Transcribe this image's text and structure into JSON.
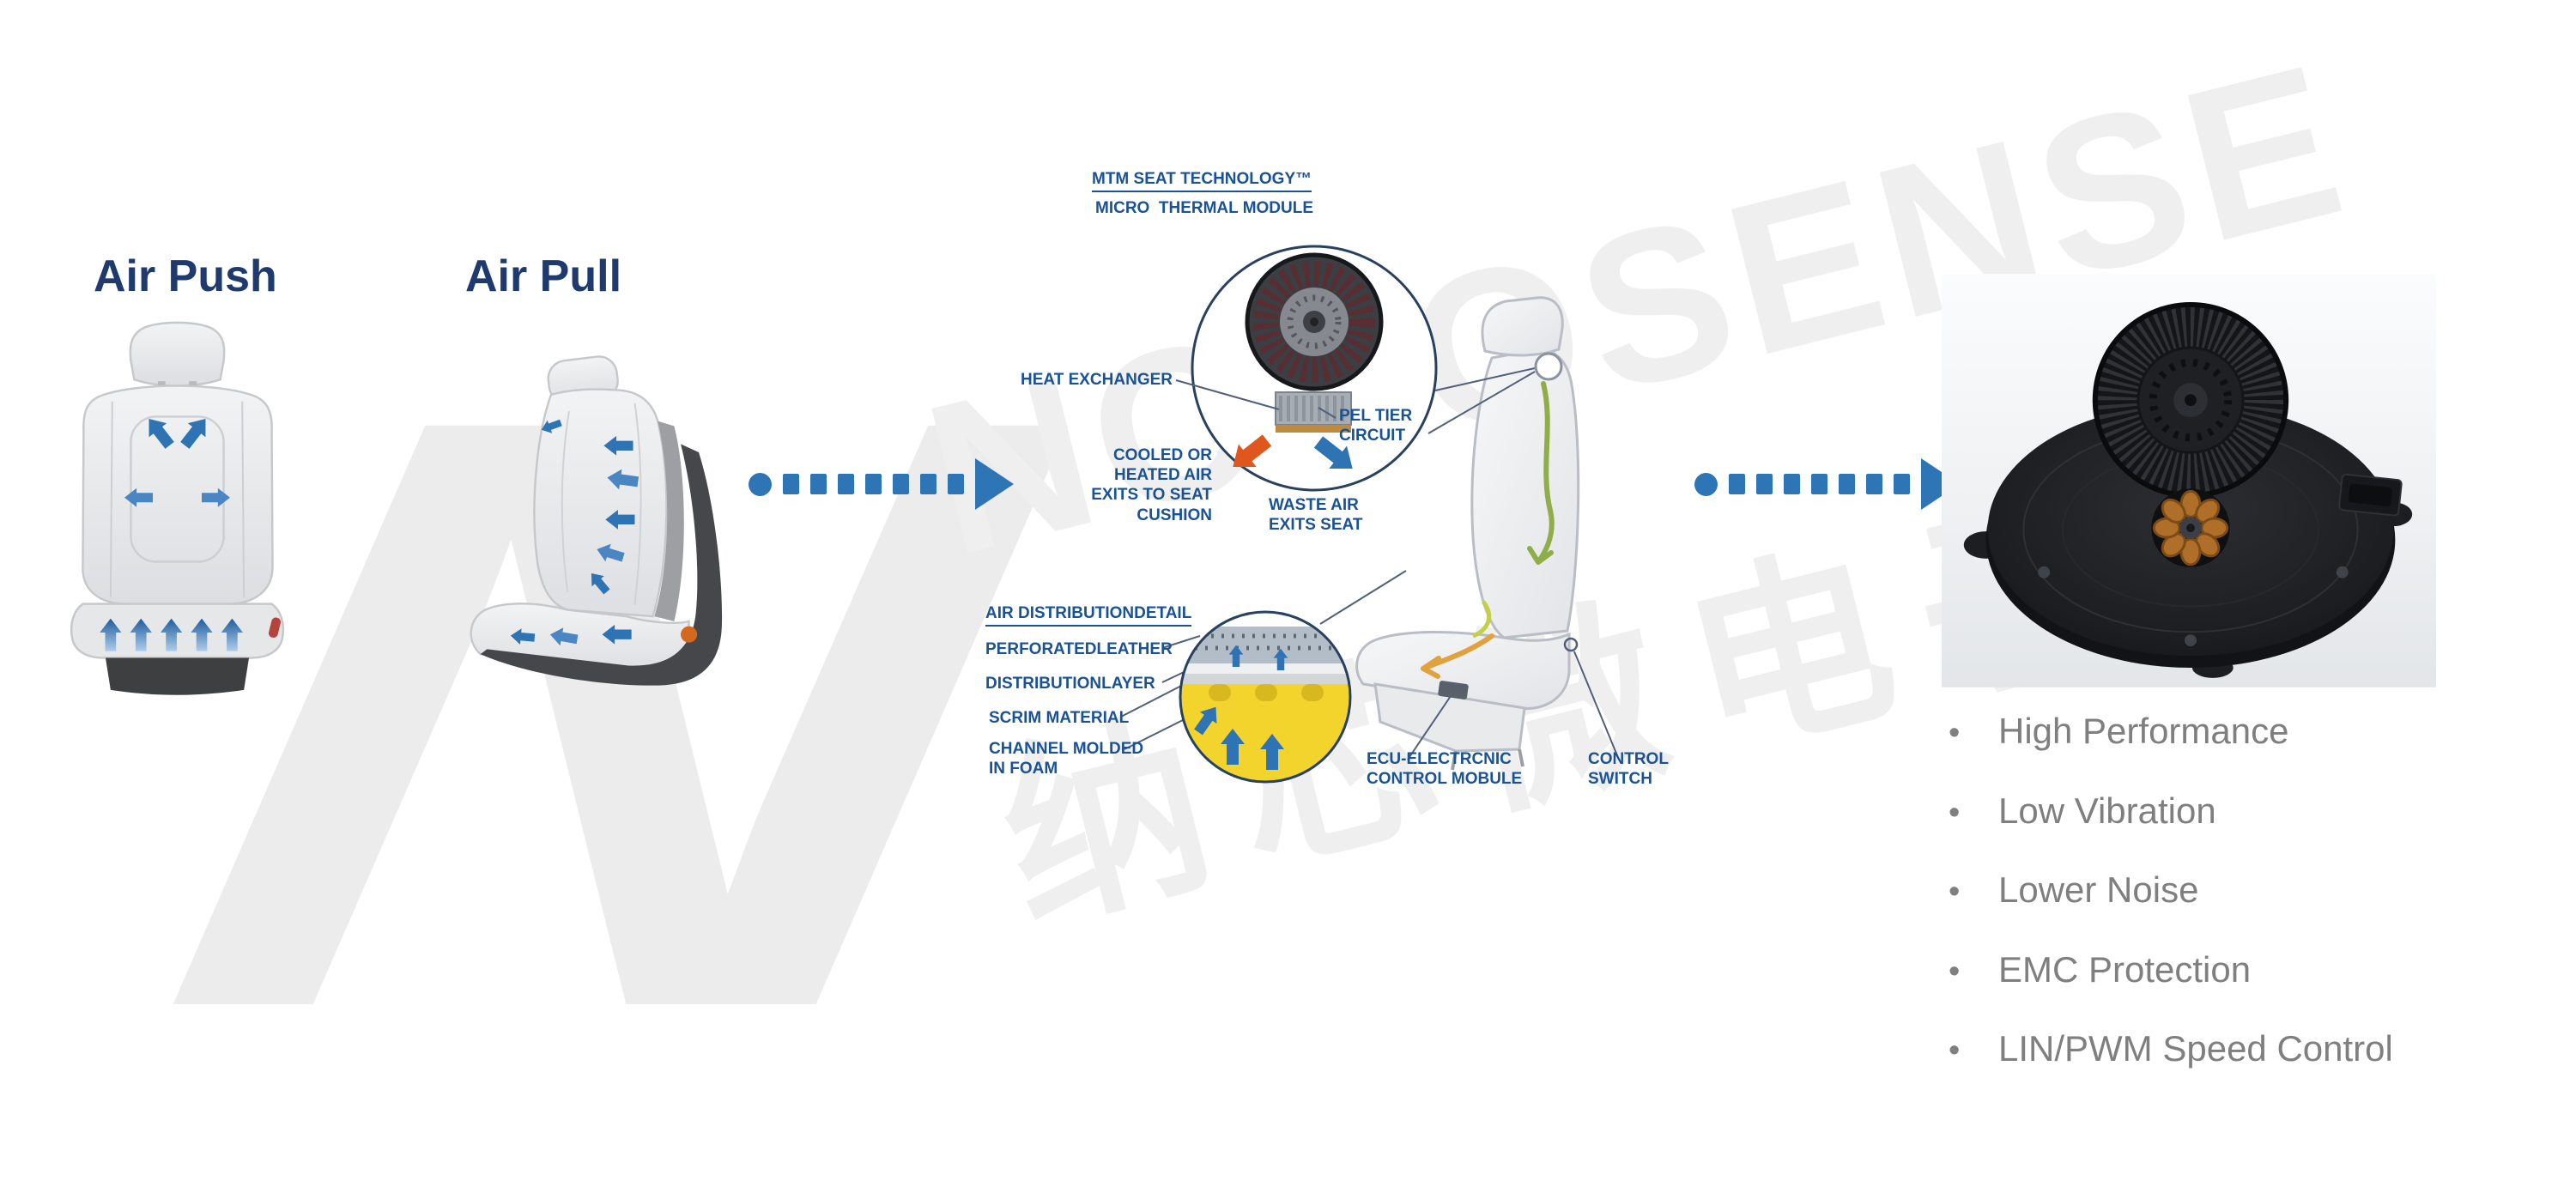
{
  "watermark": {
    "letter": "N",
    "brand": "NOVOSENSE",
    "cjk": "纳芯微电子"
  },
  "headings": {
    "air_push": "Air Push",
    "air_pull": "Air Pull"
  },
  "mtm": {
    "title_line1": "MTM SEAT TECHNOLOGY™",
    "title_line2": "MICRO  THERMAL MODULE",
    "heat_exchanger": "HEAT EXCHANGER",
    "peltier_circuit": "PEL TIER\nCIRCUIT",
    "cooled_air": "COOLED OR\nHEATED AIR\nEXITS TO SEAT\nCUSHION",
    "waste_air": "WASTE AIR\nEXITS SEAT",
    "air_distribution_title": "AIR DISTRIBUTIONDETAIL",
    "perforated_leather": "PERFORATEDLEATHER",
    "distribution_layer": "DISTRIBUTIONLAYER",
    "scrim_material": "SCRIM MATERIAL",
    "channel_molded": "CHANNEL MOLDED\nIN FOAM",
    "ecu": "ECU-ELECTRCNIC\nCONTROL MOBULE",
    "control_switch": "CONTROL\nSWITCH"
  },
  "features": {
    "bullet": "•",
    "items": [
      "High Performance",
      "Low Vibration",
      "Lower Noise",
      "EMC Protection",
      "LIN/PWM Speed Control"
    ]
  },
  "colors": {
    "accent_blue": "#2e75b6",
    "label_blue": "#1a5296",
    "heading_navy": "#1e3a6e",
    "feature_gray": "#7f7f7f"
  }
}
